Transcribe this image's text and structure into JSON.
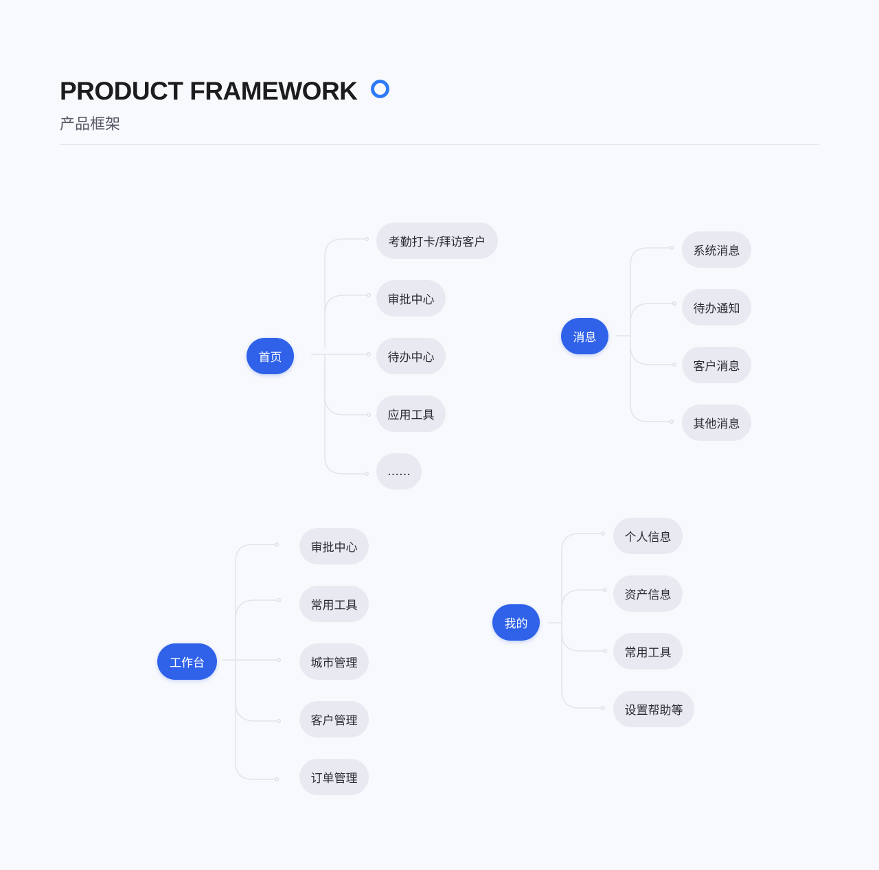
{
  "header": {
    "title": "PRODUCT FRAMEWORK",
    "subtitle": "产品框架"
  },
  "colors": {
    "accent": "#2f62e8",
    "ring": "#2f7bf6",
    "leaf_bg": "#e9eaf1",
    "background": "#f8f9fd"
  },
  "groups": [
    {
      "root": "首页",
      "children": [
        "考勤打卡/拜访客户",
        "审批中心",
        "待办中心",
        "应用工具",
        "……"
      ]
    },
    {
      "root": "消息",
      "children": [
        "系统消息",
        "待办通知",
        "客户消息",
        "其他消息"
      ]
    },
    {
      "root": "工作台",
      "children": [
        "审批中心",
        "常用工具",
        "城市管理",
        "客户管理",
        "订单管理"
      ]
    },
    {
      "root": "我的",
      "children": [
        "个人信息",
        "资产信息",
        "常用工具",
        "设置帮助等"
      ]
    }
  ]
}
